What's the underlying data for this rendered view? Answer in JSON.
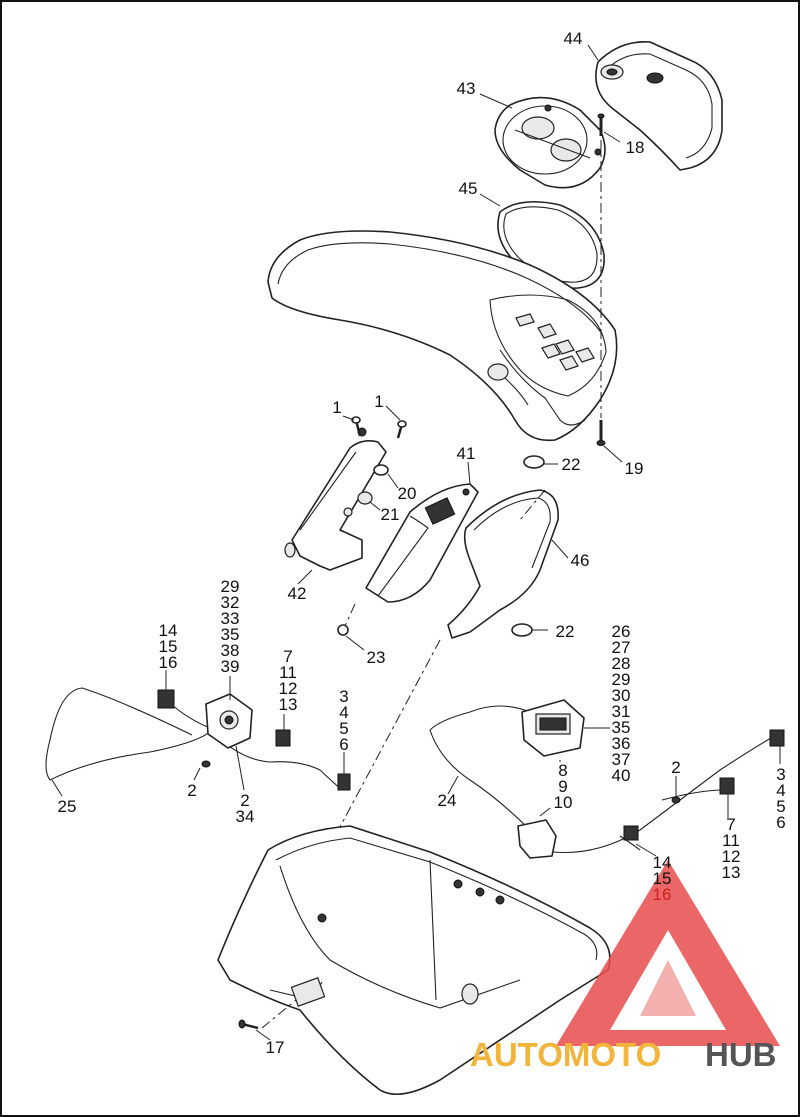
{
  "diagram": {
    "callouts": {
      "c44": "44",
      "c43": "43",
      "c18": "18",
      "c45": "45",
      "c19": "19",
      "c1a": "1",
      "c1b": "1",
      "c41": "41",
      "c22a": "22",
      "c20": "20",
      "c21": "21",
      "c46": "46",
      "c42": "42",
      "c23": "23",
      "c22b": "22",
      "left_group_top": [
        "29",
        "32",
        "33",
        "35",
        "38",
        "39"
      ],
      "left_group_14": [
        "14",
        "15",
        "16"
      ],
      "left_group_7": [
        "7",
        "11",
        "12",
        "13"
      ],
      "left_group_3": [
        "3",
        "4",
        "5",
        "6"
      ],
      "c25": "25",
      "c2a": "2",
      "c2b": "2",
      "c34": "34",
      "right_group_top": [
        "26",
        "27",
        "28",
        "29",
        "30",
        "31",
        "35",
        "36",
        "37",
        "40"
      ],
      "right_group_8": [
        "8",
        "9",
        "10"
      ],
      "c24": "24",
      "c2c": "2",
      "right_group_3": [
        "3",
        "4",
        "5",
        "6"
      ],
      "right_group_7": [
        "7",
        "11",
        "12",
        "13"
      ],
      "right_group_14": [
        "14",
        "15",
        "16"
      ],
      "c17": "17"
    }
  },
  "watermark": {
    "word_part1": "AUTOMOTO",
    "word_part2": "HUB",
    "color_primary": "#e84c4c",
    "color_accent": "#f0b53a",
    "color_dark": "#555555"
  }
}
